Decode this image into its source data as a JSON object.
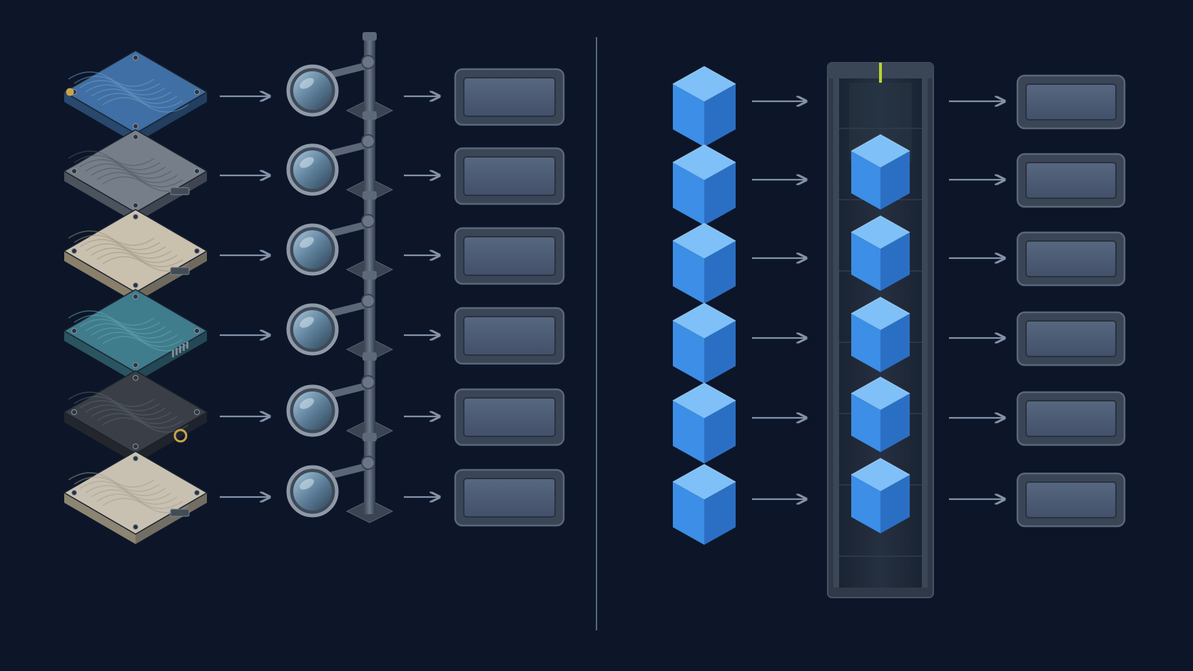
{
  "colors": {
    "background": "#0c1628",
    "divider": "#59667a",
    "arrow": "#8392a8",
    "tray_frame": "#3a4556",
    "tray_inner": "#4d5b70",
    "cube_top": "#7ec0f7",
    "cube_left": "#3c8ee6",
    "cube_right": "#2b6fc4",
    "conveyor_frame": "#2f3948",
    "conveyor_belt": "#1e2735",
    "scanner_marker": "#b7d531",
    "magnifier_lens": "#6e90aa",
    "stand_metal": "#4a5566"
  },
  "left_panel": {
    "description_icon": "textured-tile-inspection",
    "rows": [
      {
        "tile": "blue-swirl-texture",
        "accessory": "brass-button"
      },
      {
        "tile": "gray-camo-texture",
        "accessory": "connector-tab"
      },
      {
        "tile": "beige-hexagon-texture",
        "accessory": "connector-tab"
      },
      {
        "tile": "teal-scratched-texture",
        "accessory": "pin-connector"
      },
      {
        "tile": "dark-swirl-texture",
        "accessory": "brass-ring"
      },
      {
        "tile": "worn-beige-texture",
        "accessory": "connector-tab"
      }
    ],
    "inspector_icon": "magnifier-on-stand-icon",
    "output_icon": "tray-icon"
  },
  "right_panel": {
    "input_icon": "blue-cube-icon",
    "row_count": 6,
    "conveyor_icon": "conveyor-belt-icon",
    "conveyor_cube_count": 5,
    "output_icon": "tray-icon"
  }
}
